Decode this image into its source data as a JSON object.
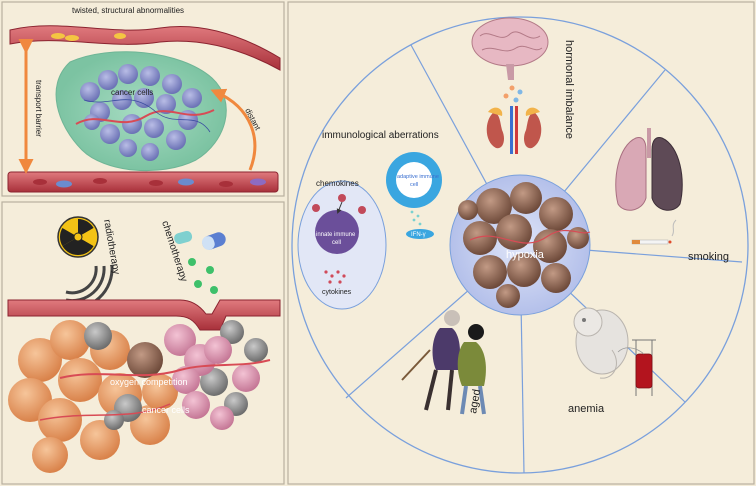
{
  "panel_top_left": {
    "title": "twisted, structural abnormalities",
    "transport_label": "transport barrier",
    "distant_label": "distant",
    "cancer_label": "cancer cells"
  },
  "panel_bottom_left": {
    "radiotherapy_label": "radiotherapy",
    "chemotherapy_label": "chemotherapy",
    "oxygen_label": "oxygen competition",
    "cancer_label": "cancer cells"
  },
  "wheel": {
    "center_label": "hypoxia",
    "hormonal_label": "hormonal imbalance",
    "smoking_label": "smoking",
    "anemia_label": "anemia",
    "aged_label": "aged",
    "immuno_label": "immunological aberrations",
    "chemokines_label": "chemokines",
    "innate_label_1": "innate immune",
    "innate_label_2": "cell",
    "adaptive_label_1": "adaptive immune",
    "adaptive_label_2": "cell",
    "ifn_label": "IFN-γ",
    "cytokines_label": "cytokines"
  },
  "colors": {
    "background": "#f4ecd9",
    "vessel": "#c9444a",
    "arrow_orange": "#f0883e",
    "tumor_green": "#8fcdb0",
    "cancer_cell": "#7f86c4",
    "wheel_line": "#7aa0dc",
    "hypoxia_bg": "#c9d2f0",
    "immune_blue": "#3aa6e0"
  }
}
